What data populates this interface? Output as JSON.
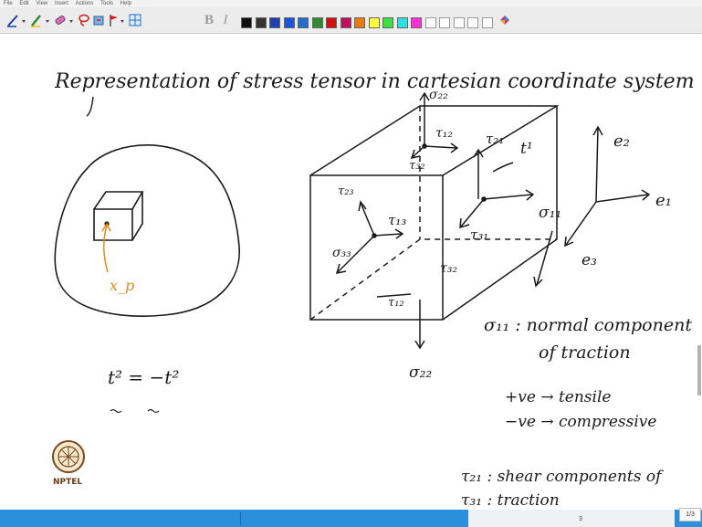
{
  "menu": [
    "File",
    "Edit",
    "View",
    "Insert",
    "Actions",
    "Tools",
    "Help"
  ],
  "toolbar": {
    "pen_tools": [
      "pen-icon",
      "highlighter-icon",
      "eraser-icon",
      "lasso-icon",
      "flag-icon",
      "insert-space-icon"
    ],
    "bold": "B",
    "italic": "I",
    "swatches": [
      "#111111",
      "#333333",
      "#1f3fb0",
      "#1e56d8",
      "#1f6fd0",
      "#2e8b2e",
      "#d01010",
      "#c01060",
      "#e87a10",
      "#ffff33",
      "#3fdf3f",
      "#29e3e3",
      "#ff2fd6",
      "#ffffff",
      "#ffffff",
      "#ffffff",
      "#ffffff",
      "#ffffff"
    ]
  },
  "notes": {
    "title": "Representation of stress tensor in cartesian coordinate system",
    "left_label": "x_p",
    "traction_relation": "t² = −t²",
    "cube_labels": {
      "sigma22_top": "σ₂₂",
      "sigma22_bottom": "σ₂₂",
      "sigma11": "σ₁₁",
      "sigma33": "σ₃₃",
      "tau12_top": "τ₁₂",
      "tau12_bottom": "τ₁₂",
      "tau21": "τ₂₁",
      "tau23": "τ₂₃",
      "tau13": "τ₁₃",
      "tau31": "τ₃₁",
      "tau32_top": "τ₃₂",
      "tau32_bottom": "τ₃₂",
      "t1": "t¹"
    },
    "basis": {
      "e1": "e₁",
      "e2": "e₂",
      "e3": "e₃"
    },
    "lines": [
      "σ₁₁ : normal component",
      "of traction",
      "+ve → tensile",
      "−ve → compressive",
      "τ₂₁ : shear components of",
      "τ₃₁ : traction"
    ]
  },
  "logo_text": "NPTEL",
  "page_indicator": "1/3",
  "taskbar_number": "3"
}
